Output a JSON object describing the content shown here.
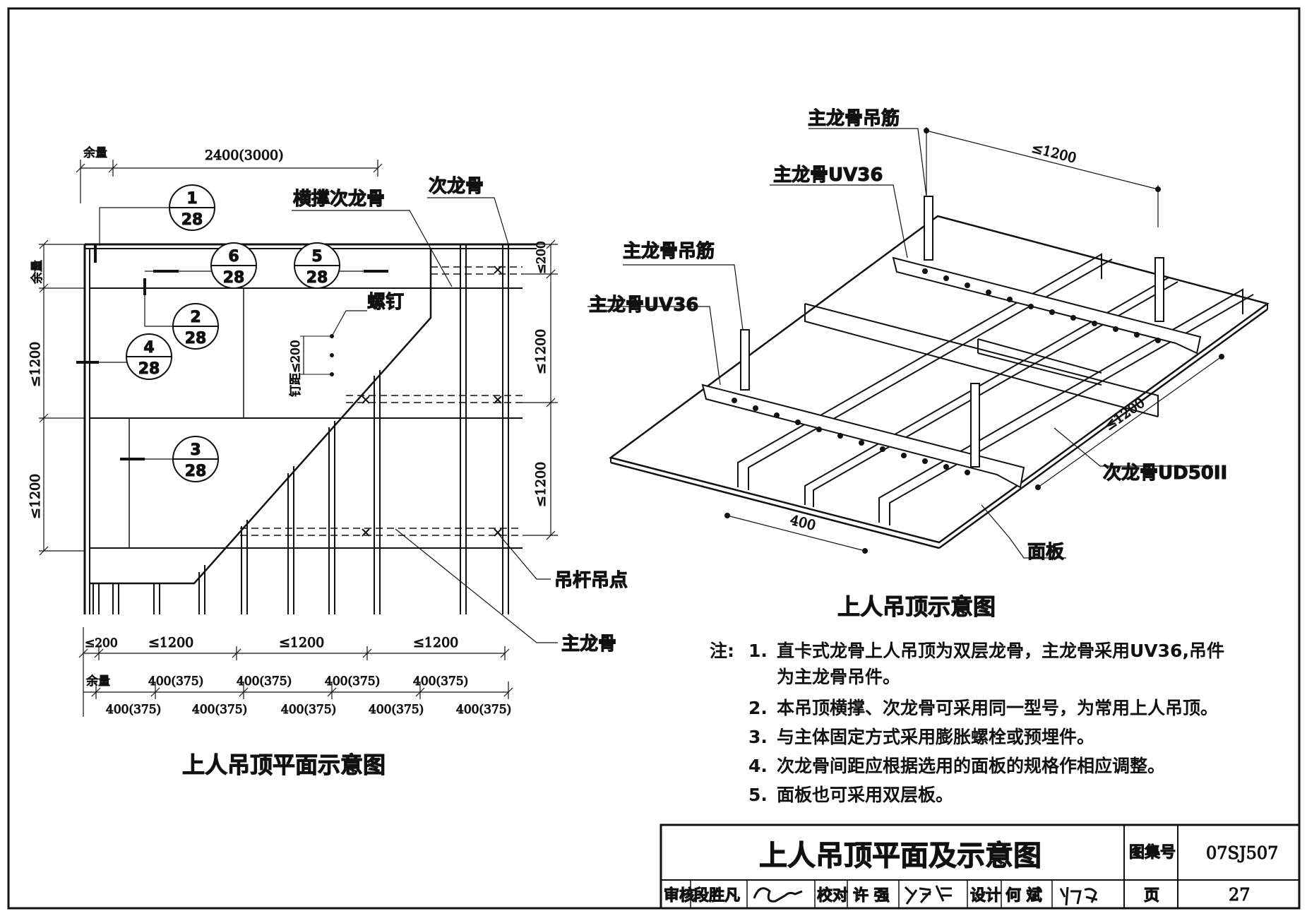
{
  "plan": {
    "title": "上人吊顶平面示意图",
    "dim_margin": "余量",
    "dim_width": "2400(3000)",
    "label_cross_brace": "横撑次龙骨",
    "label_secondary": "次龙骨",
    "label_screw": "螺钉",
    "label_screw_spacing": "钉距≤200",
    "label_hanger_point": "吊杆吊点",
    "label_main": "主龙骨",
    "dim_left_margin": "余量",
    "dim_left_1": "≤1200",
    "dim_left_2": "≤1200",
    "dim_right_top": "≤200",
    "dim_right_1": "≤1200",
    "dim_right_2": "≤1200",
    "dim_bottom_200": "≤200",
    "dim_bottom_1": "≤1200",
    "dim_bottom_2": "≤1200",
    "dim_bottom_3": "≤1200",
    "dim_bottom_margin": "余量",
    "dim_spacing_a": [
      "400(375)",
      "400(375)",
      "400(375)",
      "400(375)"
    ],
    "dim_spacing_b": [
      "400(375)",
      "400(375)",
      "400(375)",
      "400(375)",
      "400(375)"
    ],
    "callouts": [
      {
        "num": "1",
        "page": "28"
      },
      {
        "num": "6",
        "page": "28"
      },
      {
        "num": "5",
        "page": "28"
      },
      {
        "num": "2",
        "page": "28"
      },
      {
        "num": "4",
        "page": "28"
      },
      {
        "num": "3",
        "page": "28"
      }
    ]
  },
  "iso": {
    "title": "上人吊顶示意图",
    "label_hanger_top": "主龙骨吊筋",
    "label_uv36_top": "主龙骨UV36",
    "label_hanger_left": "主龙骨吊筋",
    "label_uv36_left": "主龙骨UV36",
    "label_secondary": "次龙骨UD50II",
    "label_panel": "面板",
    "dim_top": "≤1200",
    "dim_right": "≤1200",
    "dim_bottom": "400"
  },
  "notes": {
    "prefix": "注:",
    "items": [
      {
        "n": "1.",
        "text": "直卡式龙骨上人吊顶为双层龙骨，主龙骨采用UV36,吊件",
        "cont": "为主龙骨吊件。"
      },
      {
        "n": "2.",
        "text": "本吊顶横撑、次龙骨可采用同一型号，为常用上人吊顶。"
      },
      {
        "n": "3.",
        "text": "与主体固定方式采用膨胀螺栓或预埋件。"
      },
      {
        "n": "4.",
        "text": "次龙骨间距应根据选用的面板的规格作相应调整。"
      },
      {
        "n": "5.",
        "text": "面板也可采用双层板。"
      }
    ]
  },
  "title_block": {
    "title": "上人吊顶平面及示意图",
    "atlas_label": "图集号",
    "atlas_no": "07SJ507",
    "review_label": "审核",
    "review_name": "段胜凡",
    "check_label": "校对",
    "check_name": "许 强",
    "design_label": "设计",
    "design_name": "何 斌",
    "page_label": "页",
    "page_no": "27"
  }
}
